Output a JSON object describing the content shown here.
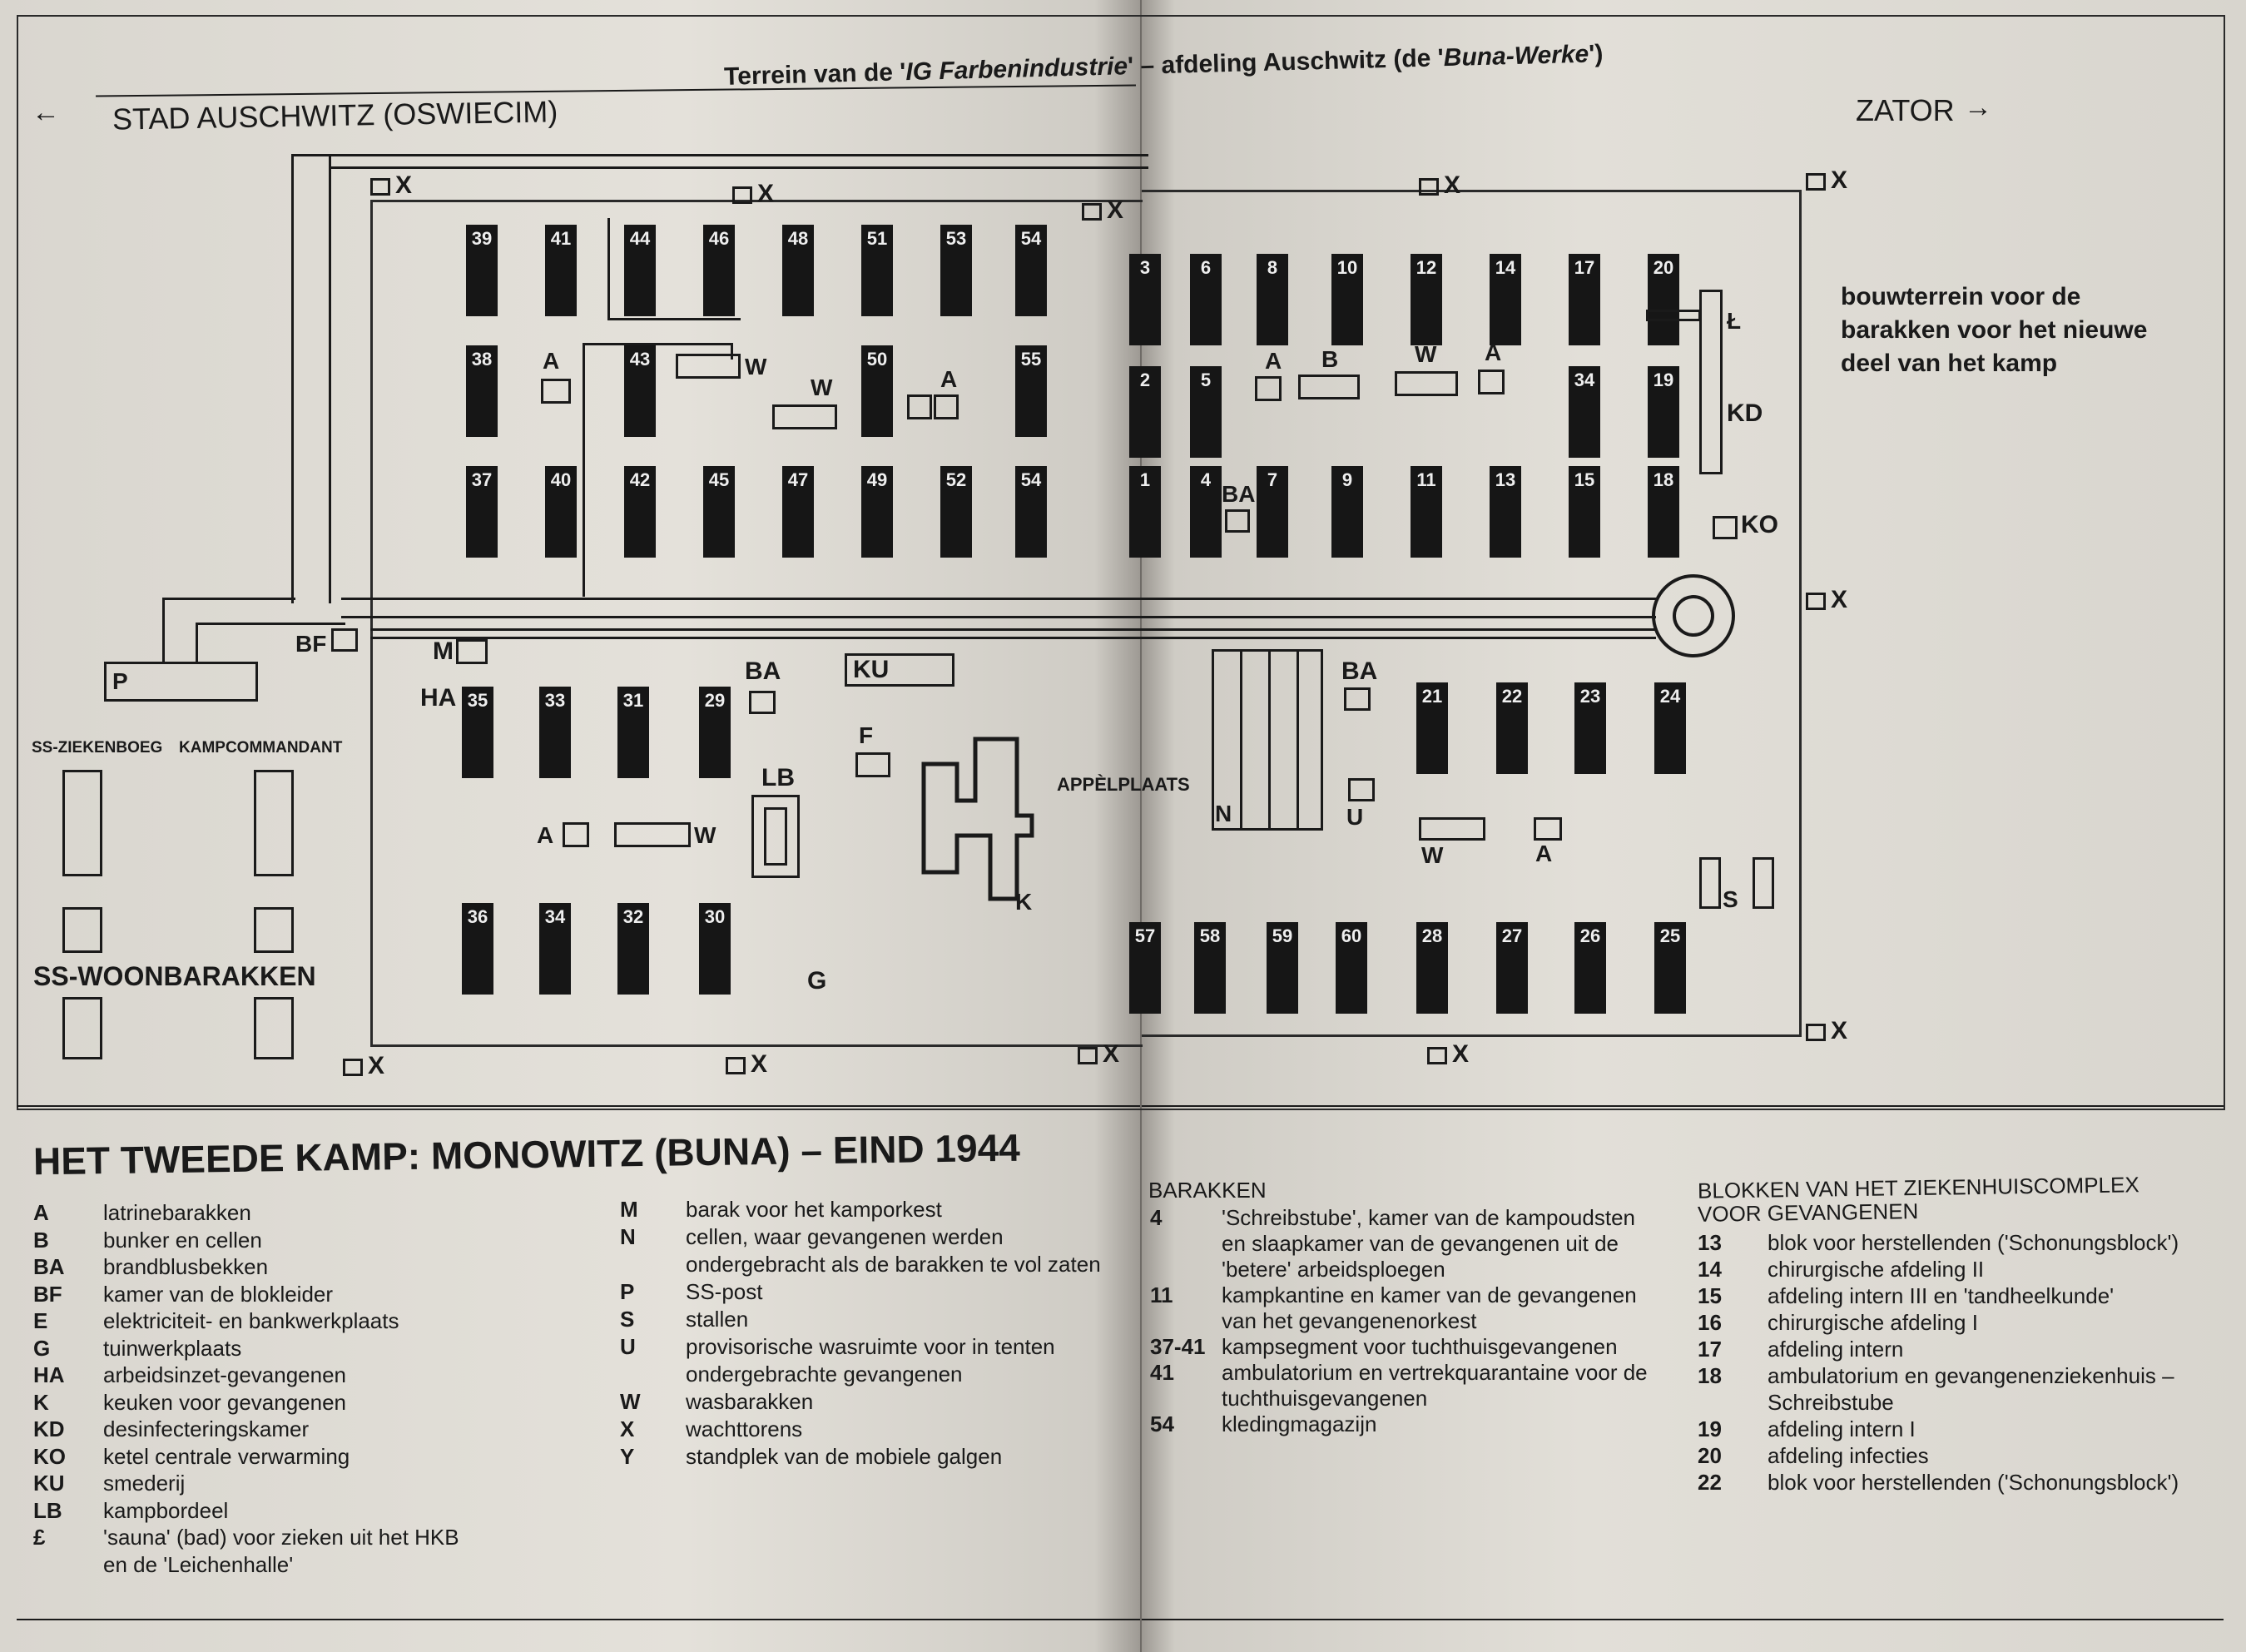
{
  "header": {
    "title_pre": "Terrein van de '",
    "title_it1": "IG Farbenindustrie",
    "title_mid": "' – afdeling Auschwitz (de '",
    "title_it2": "Buna-Werke",
    "title_post": "')",
    "left_direction": "STAD AUSCHWITZ (OSWIECIM)",
    "right_direction": "ZATOR"
  },
  "map": {
    "tower_code": "X",
    "blocks": {
      "row1_left": [
        "39",
        "41",
        "44",
        "46",
        "48",
        "51",
        "53",
        "54"
      ],
      "row2_left": [
        "38",
        "43",
        "50",
        "55"
      ],
      "row3_left": [
        "37",
        "40",
        "42",
        "45",
        "47",
        "49",
        "52",
        "54"
      ],
      "row1_right": [
        "3",
        "6",
        "8",
        "10",
        "12",
        "14",
        "17",
        "20"
      ],
      "row2_right": [
        "2",
        "5",
        "34",
        "19"
      ],
      "row3_right": [
        "1",
        "4",
        "7",
        "9",
        "11",
        "13",
        "15",
        "18"
      ],
      "row4_left": [
        "35",
        "33",
        "31",
        "29"
      ],
      "row5_left": [
        "36",
        "34",
        "32",
        "30"
      ],
      "row4_right": [
        "21",
        "22",
        "23",
        "24"
      ],
      "row5_right": [
        "57",
        "58",
        "59",
        "60",
        "28",
        "27",
        "26",
        "25"
      ]
    },
    "facility_labels": {
      "A": "A",
      "B": "B",
      "W": "W",
      "BA": "BA",
      "BF": "BF",
      "M": "M",
      "HA": "HA",
      "KU": "KU",
      "F": "F",
      "LB": "LB",
      "K": "K",
      "G": "G",
      "N": "N",
      "U": "U",
      "S": "S",
      "KD": "KD",
      "KO": "KO",
      "L": "Ł",
      "P": "P"
    },
    "appel_label": "APPÈLPLAATS",
    "bouwterrein": [
      "bouwterrein voor de",
      "barakken voor het nieuwe",
      "deel van het kamp"
    ],
    "ss_ziekenboeg": "SS-ZIEKENBOEG",
    "kampcommandant": "KAMPCOMMANDANT",
    "ss_woonbarakken": "SS-WOONBARAKKEN"
  },
  "legend": {
    "title": "HET TWEEDE KAMP: MONOWITZ (BUNA) – EIND 1944",
    "col1": [
      {
        "code": "A",
        "text": "latrinebarakken"
      },
      {
        "code": "B",
        "text": "bunker en cellen"
      },
      {
        "code": "BA",
        "text": "brandblusbekken"
      },
      {
        "code": "BF",
        "text": "kamer van de blokleider"
      },
      {
        "code": "E",
        "text": "elektriciteit- en bankwerkplaats"
      },
      {
        "code": "G",
        "text": "tuinwerkplaats"
      },
      {
        "code": "HA",
        "text": "arbeidsinzet-gevangenen"
      },
      {
        "code": "K",
        "text": "keuken voor gevangenen"
      },
      {
        "code": "KD",
        "text": "desinfecteringskamer"
      },
      {
        "code": "KO",
        "text": "ketel centrale verwarming"
      },
      {
        "code": "KU",
        "text": "smederij"
      },
      {
        "code": "LB",
        "text": "kampbordeel"
      },
      {
        "code": "£",
        "text": "'sauna' (bad) voor zieken uit het HKB"
      },
      {
        "code": "",
        "text": "en de 'Leichenhalle'"
      }
    ],
    "col2": [
      {
        "code": "M",
        "text": "barak voor het kamporkest"
      },
      {
        "code": "N",
        "text": "cellen, waar gevangenen werden"
      },
      {
        "code": "",
        "text": "ondergebracht als de barakken te vol zaten"
      },
      {
        "code": "P",
        "text": "SS-post"
      },
      {
        "code": "S",
        "text": "stallen"
      },
      {
        "code": "U",
        "text": "provisorische wasruimte voor in tenten"
      },
      {
        "code": "",
        "text": "ondergebrachte gevangenen"
      },
      {
        "code": "W",
        "text": "wasbarakken"
      },
      {
        "code": "X",
        "text": "wachttorens"
      },
      {
        "code": "Y",
        "text": "standplek van de mobiele galgen"
      }
    ],
    "barakken_head": "BARAKKEN",
    "col3": [
      {
        "code": "4",
        "text": "'Schreibstube', kamer van de kampoudsten"
      },
      {
        "code": "",
        "text": "en slaapkamer van de gevangenen uit de"
      },
      {
        "code": "",
        "text": "'betere' arbeidsploegen"
      },
      {
        "code": "11",
        "text": "kampkantine en kamer van de gevangenen"
      },
      {
        "code": "",
        "text": "van het gevangenenorkest"
      },
      {
        "code": "37-41",
        "text": "kampsegment voor tuchthuisgevangenen"
      },
      {
        "code": "41",
        "text": "ambulatorium en vertrekquarantaine voor de"
      },
      {
        "code": "",
        "text": "tuchthuisgevangenen"
      },
      {
        "code": "54",
        "text": "kledingmagazijn"
      }
    ],
    "blokken_head1": "BLOKKEN VAN HET ZIEKENHUISCOMPLEX",
    "blokken_head2": "VOOR GEVANGENEN",
    "col4": [
      {
        "code": "13",
        "text": "blok voor herstellenden ('Schonungsblock')"
      },
      {
        "code": "14",
        "text": "chirurgische afdeling II"
      },
      {
        "code": "15",
        "text": "afdeling intern III en 'tandheelkunde'"
      },
      {
        "code": "16",
        "text": "chirurgische afdeling I"
      },
      {
        "code": "17",
        "text": "afdeling intern"
      },
      {
        "code": "18",
        "text": "ambulatorium en gevangenenziekenhuis –"
      },
      {
        "code": "",
        "text": "Schreibstube"
      },
      {
        "code": "19",
        "text": "afdeling intern I"
      },
      {
        "code": "20",
        "text": "afdeling infecties"
      },
      {
        "code": "22",
        "text": "blok voor herstellenden ('Schonungsblock')"
      }
    ]
  }
}
